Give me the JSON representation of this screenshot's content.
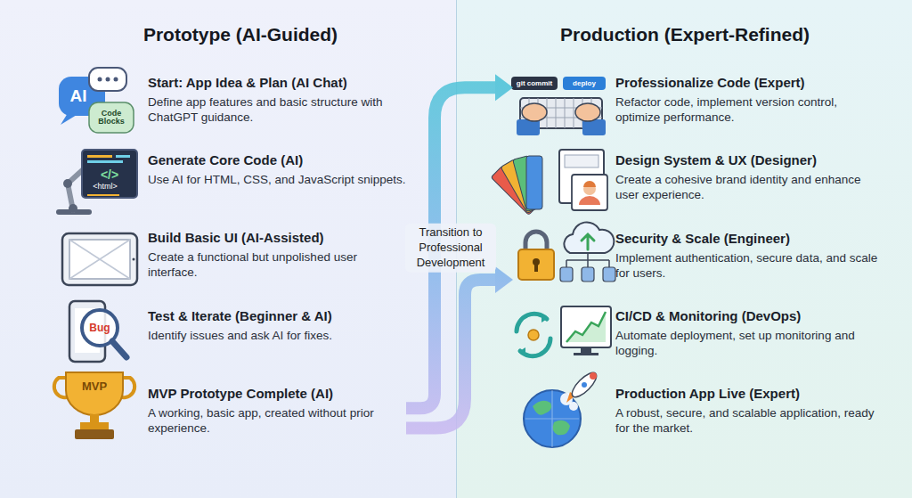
{
  "diagram": {
    "nodes": [
      {
        "text": [
          "Prototype (AI-Guided)"
        ]
      },
      {
        "text": [
          "Start: App Idea & Plan (AI Chat)",
          "Define app features and basic structure with ChatGPT guidance."
        ],
        "in": 0
      },
      {
        "text": [
          "Generate Core Code (AI)",
          "Use AI for HTML, CSS, and JavaScript snippets."
        ],
        "in": 0
      },
      {
        "text": [
          "Build Basic UI (AI-Assisted)",
          "Create a functional but unpolished user interface."
        ],
        "in": 0
      },
      {
        "text": [
          "Test & Iterate (Beginner & AI)",
          "Identify issues and ask AI for fixes."
        ],
        "in": 0
      },
      {
        "text": [
          "MVP Prototype Complete (AI)",
          "A working, basic app, created without prior experience."
        ],
        "in": 0
      },
      {
        "text": [
          "Production (Expert-Refined)"
        ]
      },
      {
        "text": [
          "Professionalize Code (Expert)",
          "Refactor code, implement version control, optimize performance."
        ],
        "in": 6
      },
      {
        "text": [
          "Design System & UX (Designer)",
          "Create a cohesive brand identity and enhance user experience."
        ],
        "in": 6
      },
      {
        "text": [
          "Security & Scale (Engineer)",
          "Implement authentication, secure data, and scale for users."
        ],
        "in": 6
      },
      {
        "text": [
          "CI/CD & Monitoring (DevOps)",
          "Automate deployment, set up monitoring and logging."
        ],
        "in": 6
      },
      {
        "text": [
          "Production App Live (Expert)",
          "A robust, secure, and scalable application, ready for the market."
        ],
        "in": 6
      }
    ],
    "edges": [
      {
        "from": 5,
        "to": 7,
        "arrow": "to",
        "label": "Transition to Professional Development"
      },
      {
        "from": 5,
        "to": 9,
        "arrow": "to"
      }
    ],
    "labels": [
      "AI",
      "Code Blocks",
      "</>",
      "<html>",
      "Bug",
      "MVP",
      "git commit",
      "deploy"
    ]
  }
}
